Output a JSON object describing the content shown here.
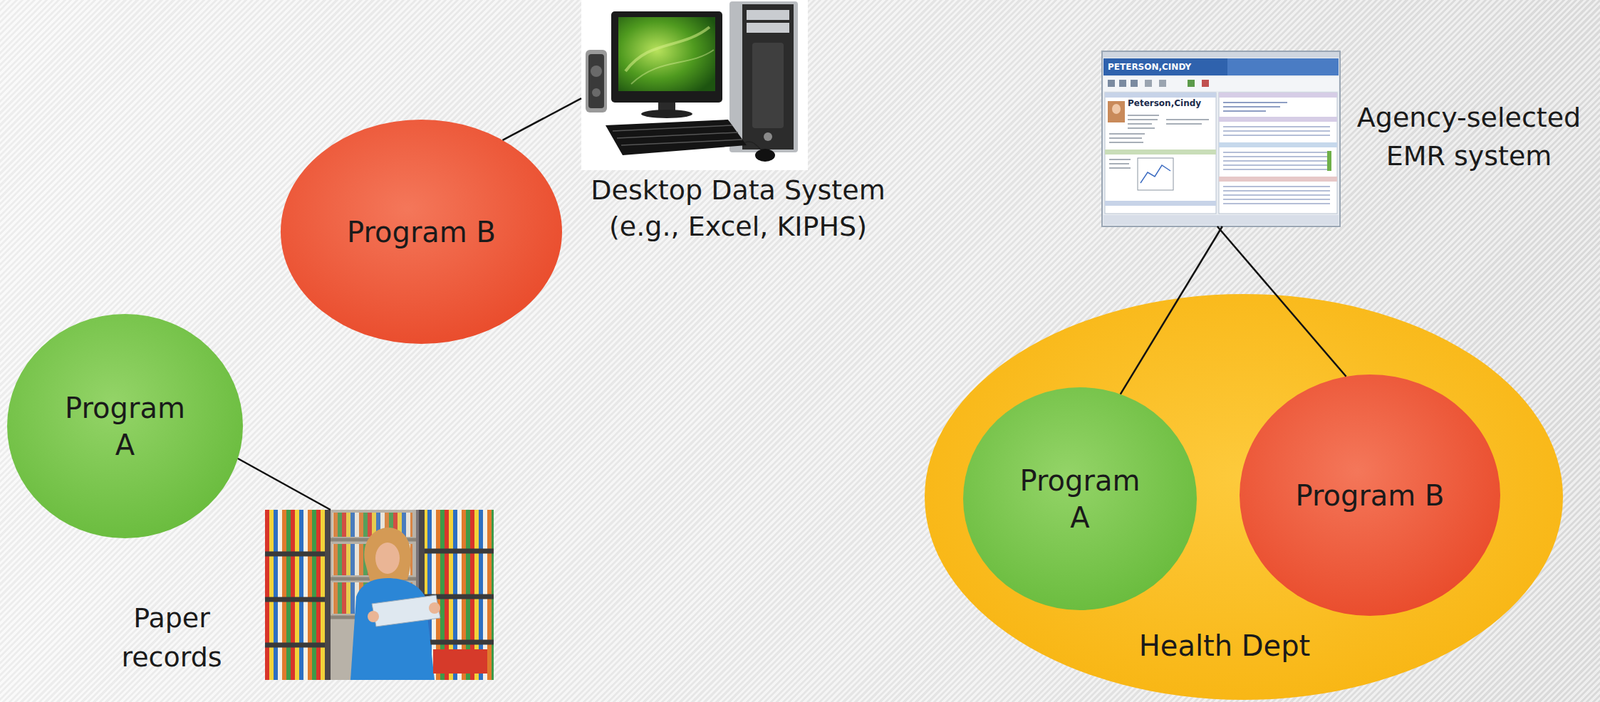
{
  "diagram": {
    "nodes": [
      {
        "text": [
          "Program B"
        ]
      },
      {
        "text": [
          "Desktop Data System (e.g., Excel, KIPHS)"
        ]
      },
      {
        "text": [
          "Agency-selected EMR system"
        ]
      },
      {
        "text": [
          "Program A"
        ]
      },
      {
        "text": [
          "Paper records"
        ]
      },
      {
        "text": [
          "Health Dept"
        ]
      },
      {
        "text": [
          "Program A"
        ],
        "in": 5
      },
      {
        "text": [
          "Program B"
        ],
        "in": 5
      }
    ],
    "edges": [
      {
        "from": 0,
        "to": 1,
        "arrow": "none"
      },
      {
        "from": 3,
        "to": 4,
        "arrow": "none"
      },
      {
        "from": 2,
        "to": 6,
        "arrow": "none"
      },
      {
        "from": 2,
        "to": 7,
        "arrow": "none"
      }
    ],
    "labels": [
      "PETERSON,CINDY",
      "Peterson,Cindy"
    ]
  }
}
